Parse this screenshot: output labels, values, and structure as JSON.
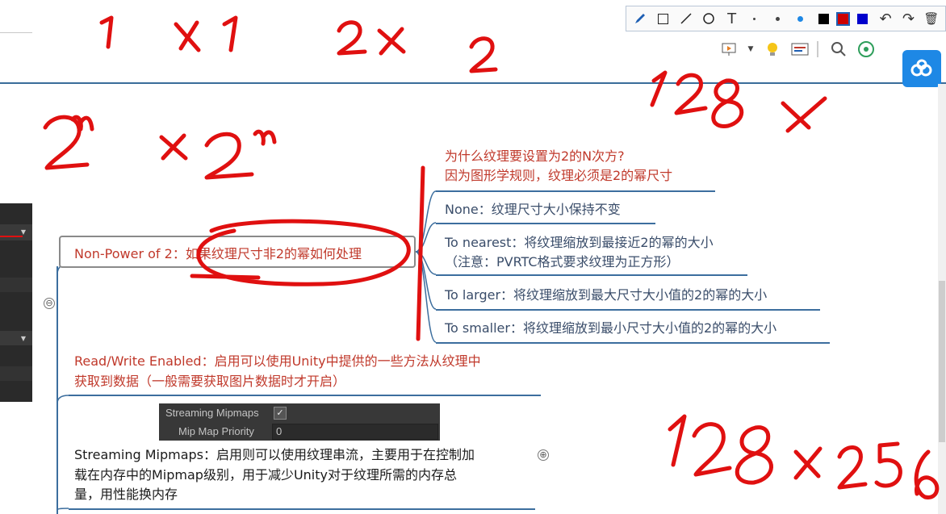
{
  "annotation_toolbar": {
    "tools": [
      "pen-icon",
      "rectangle-icon",
      "line-icon",
      "circle-icon",
      "text-icon",
      "dot-small-icon",
      "dot-medium-icon",
      "dot-large-icon"
    ],
    "colors": [
      "#000000",
      "#cc0000",
      "#0000cc"
    ],
    "text_tool_glyph": "T",
    "undo": "↶",
    "redo": "↷",
    "delete": "🗑"
  },
  "toolbar2": {
    "icons": [
      "present-icon",
      "bulb-icon",
      "layout-icon",
      "search-icon",
      "share-icon"
    ]
  },
  "mindmap": {
    "main_node": "Non-Power of 2：如果纹理尺寸非2的幂如何处理",
    "children": [
      {
        "line1": "为什么纹理要设置为2的N次方?",
        "line2": "因为图形学规则，纹理必须是2的幂尺寸"
      },
      {
        "line1": "None：纹理尺寸大小保持不变"
      },
      {
        "line1": "To nearest：将纹理缩放到最接近2的幂的大小",
        "line2": "（注意：PVRTC格式要求纹理为正方形）"
      },
      {
        "line1": "To larger：将纹理缩放到最大尺寸大小值的2的幂的大小"
      },
      {
        "line1": "To smaller：将纹理缩放到最小尺寸大小值的2的幂的大小"
      }
    ],
    "read_write": {
      "line1": "Read/Write Enabled：启用可以使用Unity中提供的一些方法从纹理中",
      "line2": "获取到数据（一般需要获取图片数据时才开启）"
    },
    "streaming": {
      "line1": "Streaming Mipmaps：启用则可以使用纹理串流，主要用于在控制加",
      "line2": "载在内存中的Mipmap级别，用于减少Unity对于纹理所需的内存总",
      "line3": "量，用性能换内存"
    },
    "collapse_symbol": "⊖",
    "expand_symbol": "⊕"
  },
  "unity_snippet": {
    "streaming_label": "Streaming Mipmaps",
    "checkbox": "✓",
    "priority_label": "Mip Map Priority",
    "priority_value": "0"
  },
  "handwriting": {
    "color": "#e01010"
  }
}
